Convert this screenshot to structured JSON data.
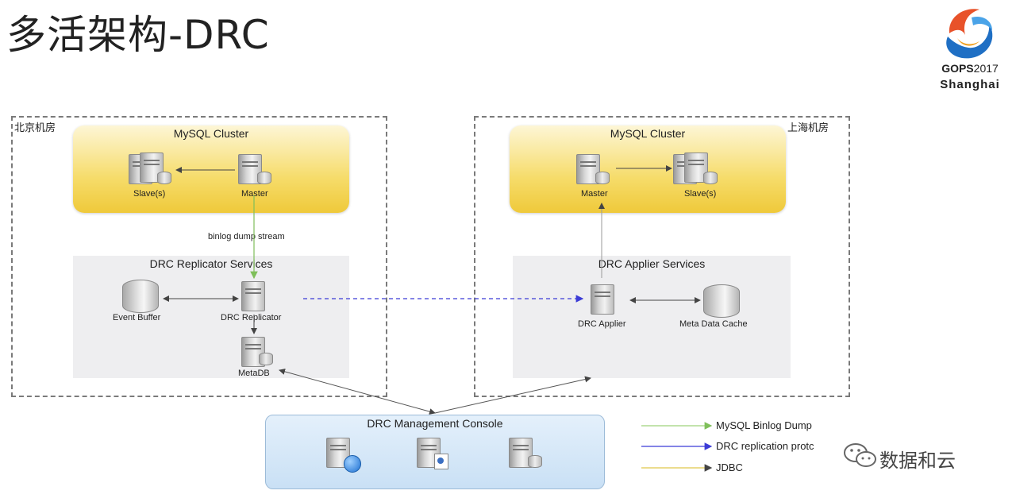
{
  "title": "多活架构-DRC",
  "logo": {
    "brand": "GOPS",
    "year": "2017",
    "city": "Shanghai"
  },
  "beijing": {
    "label": "北京机房",
    "cluster": {
      "title": "MySQL Cluster",
      "slave_label": "Slave(s)",
      "master_label": "Master"
    },
    "stream_label": "binlog dump stream",
    "replicator": {
      "title": "DRC Replicator Services",
      "event_buffer": "Event Buffer",
      "replicator_label": "DRC Replicator",
      "metadb": "MetaDB"
    }
  },
  "shanghai": {
    "label": "上海机房",
    "cluster": {
      "title": "MySQL Cluster",
      "master_label": "Master",
      "slave_label": "Slave(s)"
    },
    "applier": {
      "title": "DRC Applier Services",
      "applier_label": "DRC Applier",
      "cache_label": "Meta Data Cache"
    }
  },
  "console": {
    "title": "DRC Management Console"
  },
  "legend": [
    {
      "label": "MySQL Binlog Dump",
      "color": "#9fd27a"
    },
    {
      "label": "DRC replication protc",
      "color": "#3b3bd6"
    },
    {
      "label": "JDBC",
      "color": "#e0c84a"
    }
  ],
  "watermark": "数据和云",
  "colors": {
    "cluster": "#f2d24a",
    "services": "#eeeef0",
    "console": "#cfe3f6",
    "binlog": "#9fd27a",
    "drc": "#3b3bd6"
  }
}
